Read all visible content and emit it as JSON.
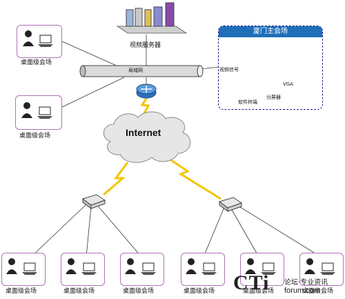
{
  "server": {
    "label": "视频服务器"
  },
  "lan": {
    "label": "局域网"
  },
  "cloud": {
    "label": "Internet"
  },
  "main_venue": {
    "title": "厦门主会场",
    "video_signal": "视频信号",
    "vga": "VGA",
    "splitter": "分屏器",
    "software_terminal": "软件终端"
  },
  "desktop_site_label": "桌面级会场",
  "watermark": {
    "logo": "CTi",
    "cn": "论坛·专业资讯",
    "url": "forum.com"
  }
}
